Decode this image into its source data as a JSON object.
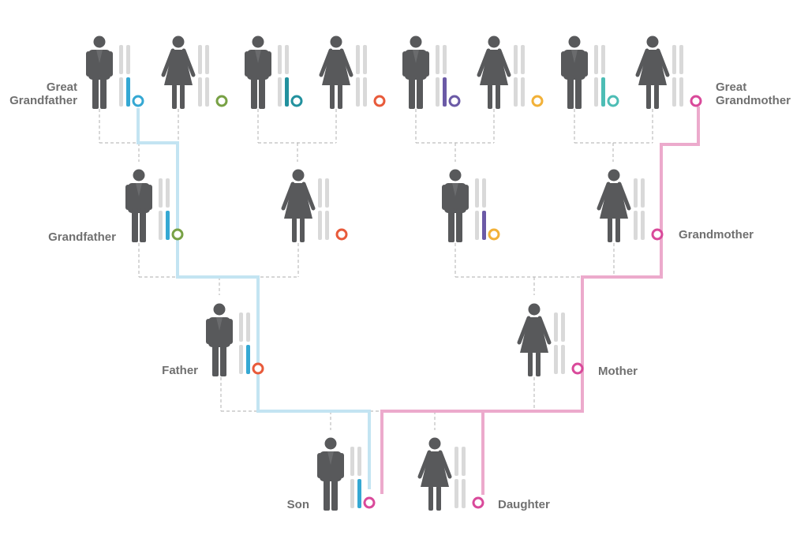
{
  "colors": {
    "person": "#58595b",
    "chromosome": "#d9d9d9",
    "connector": "#bdbdbd",
    "paternal_line": "#c3e4f2",
    "y_chromosome": "#35a8d3",
    "maternal_line": "#ecaacc",
    "mtdna_ring": "#d9499a"
  },
  "labels": {
    "great_grandfather_1": "Great",
    "great_grandfather_2": "Grandfather",
    "great_grandmother_1": "Great",
    "great_grandmother_2": "Grandmother",
    "grandfather": "Grandfather",
    "grandmother": "Grandmother",
    "father": "Father",
    "mother": "Mother",
    "son": "Son",
    "daughter": "Daughter"
  },
  "people": [
    {
      "id": "gg1-male",
      "gender": "male",
      "y_color": "#35a8d3",
      "ring_color": "#35a8d3"
    },
    {
      "id": "gg1-female",
      "gender": "female",
      "ring_color": "#78a145"
    },
    {
      "id": "gg2-male",
      "gender": "male",
      "y_color": "#22919e",
      "ring_color": "#22919e"
    },
    {
      "id": "gg2-female",
      "gender": "female",
      "ring_color": "#e85a3a"
    },
    {
      "id": "gg3-male",
      "gender": "male",
      "y_color": "#6b5aa6",
      "ring_color": "#6b5aa6"
    },
    {
      "id": "gg3-female",
      "gender": "female",
      "ring_color": "#f2b138"
    },
    {
      "id": "gg4-male",
      "gender": "male",
      "y_color": "#4dbdb5",
      "ring_color": "#4dbdb5"
    },
    {
      "id": "gg4-female",
      "gender": "female",
      "ring_color": "#d9499a"
    },
    {
      "id": "grandfather",
      "gender": "male",
      "y_color": "#35a8d3",
      "ring_color": "#78a145"
    },
    {
      "id": "grandmother-paternal",
      "gender": "female",
      "ring_color": "#e85a3a"
    },
    {
      "id": "grandfather-maternal",
      "gender": "male",
      "y_color": "#6b5aa6",
      "ring_color": "#f2b138"
    },
    {
      "id": "grandmother",
      "gender": "female",
      "ring_color": "#d9499a"
    },
    {
      "id": "father",
      "gender": "male",
      "y_color": "#35a8d3",
      "ring_color": "#e85a3a"
    },
    {
      "id": "mother",
      "gender": "female",
      "ring_color": "#d9499a"
    },
    {
      "id": "son",
      "gender": "male",
      "y_color": "#35a8d3",
      "ring_color": "#d9499a"
    },
    {
      "id": "daughter",
      "gender": "female",
      "ring_color": "#d9499a"
    }
  ]
}
